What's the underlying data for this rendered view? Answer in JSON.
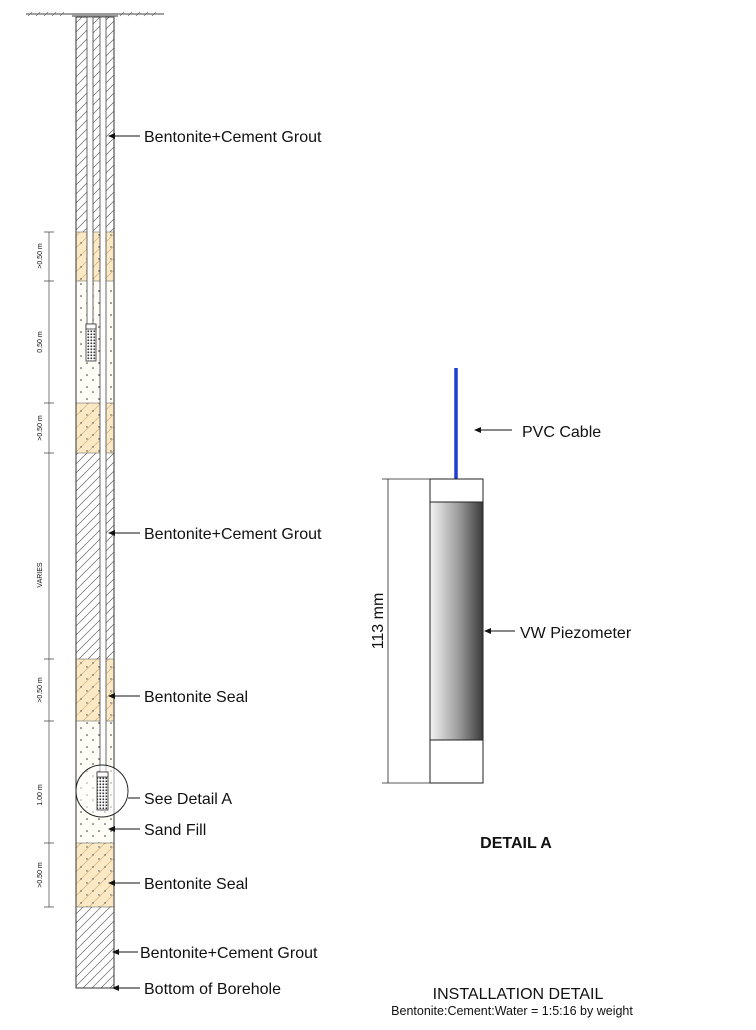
{
  "labels": {
    "grout_top": "Bentonite+Cement Grout",
    "grout_mid": "Bentonite+Cement Grout",
    "seal_mid": "Bentonite Seal",
    "see_detail": "See Detail A",
    "sand_fill": "Sand Fill",
    "seal_bottom": "Bentonite Seal",
    "grout_bottom": "Bentonite+Cement Grout",
    "bottom": "Bottom of Borehole"
  },
  "dimensions": {
    "d1": ">0.50 m",
    "d2": "0.50 m",
    "d3": ">0.50 m",
    "d4": "VARIES",
    "d5": ">0.50 m",
    "d6": "1.00 m",
    "d7": ">0.50 m"
  },
  "detail": {
    "cable_label": "PVC Cable",
    "piezo_label": "VW Piezometer",
    "length": "113 mm",
    "title": "DETAIL A"
  },
  "footer": {
    "title": "INSTALLATION DETAIL",
    "ratio": "Bentonite:Cement:Water = 1:5:16 by weight"
  },
  "colors": {
    "seal_fill": "#fbe8c4",
    "cable": "#1f3fd0",
    "hatch": "#555555"
  }
}
